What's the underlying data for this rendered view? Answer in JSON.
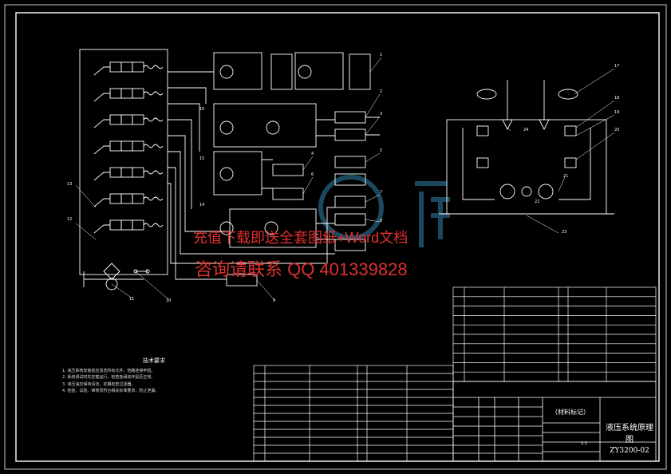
{
  "drawing": {
    "title": "液压系统原理图",
    "code": "ZY3200-02",
    "material_mark": "（材料标记）",
    "scale": "1:1"
  },
  "watermark": {
    "line1": "充值下载即送全套图纸+Word文档",
    "line2": "咨询请联系 QQ 401339828"
  },
  "tech_notes": {
    "title": "技术要求",
    "items": [
      "1. 液压系统安装前应清洗所有元件，管路连接牢固。",
      "2. 系统调试时先空载运行，检查各阀动作是否正常。",
      "3. 液压油应保持清洁，定期检查过滤器。",
      "4. 检验、试验、维修须符合相关标准要求，防止泄漏。"
    ]
  },
  "callouts": [
    "1",
    "2",
    "3",
    "4",
    "5",
    "6",
    "7",
    "8",
    "9",
    "10",
    "11",
    "12",
    "13",
    "14",
    "15",
    "16",
    "17",
    "18",
    "19",
    "20",
    "21",
    "22",
    "23",
    "24"
  ],
  "colors": {
    "line": "#ffffff",
    "accent_cyan": "#3aa0d0",
    "watermark": "#e03030"
  }
}
